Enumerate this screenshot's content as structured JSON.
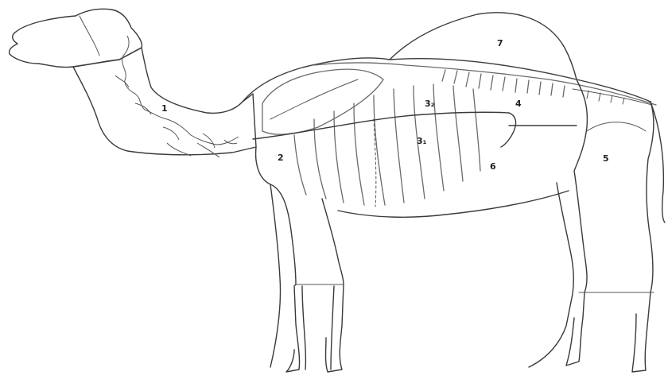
{
  "diagram": {
    "regions": [
      {
        "id": "neck",
        "label": "1"
      },
      {
        "id": "shoulder",
        "label": "2"
      },
      {
        "id": "thorax-upper",
        "label": "3₂"
      },
      {
        "id": "thorax-lower",
        "label": "3₁"
      },
      {
        "id": "loin",
        "label": "4"
      },
      {
        "id": "hind",
        "label": "5"
      },
      {
        "id": "flank",
        "label": "6"
      },
      {
        "id": "hump",
        "label": "7"
      }
    ],
    "colors": {
      "line": "#3a3a3a",
      "background": "#ffffff"
    }
  }
}
